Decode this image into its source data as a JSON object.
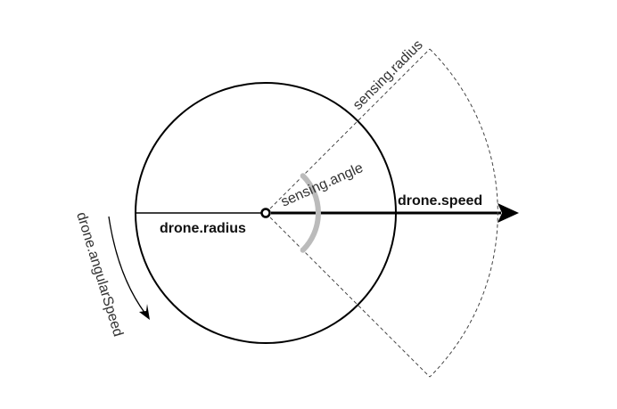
{
  "labels": {
    "drone_radius": "drone.radius",
    "drone_speed": "drone.speed",
    "sensing_angle": "sensing.angle",
    "sensing_radius": "sensing.radius",
    "drone_angular_speed": "drone.angularSpeed"
  },
  "colors": {
    "stroke": "#000000",
    "angle_arc": "#bbbbbb",
    "dashed": "#444444"
  }
}
